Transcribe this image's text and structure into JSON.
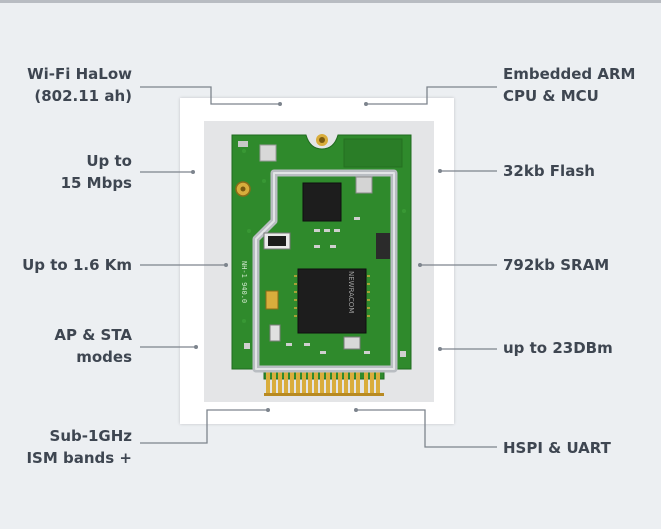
{
  "labels_left": [
    {
      "text": "Wi-Fi HaLow\n(802.11 ah)"
    },
    {
      "text": "Up to\n15 Mbps"
    },
    {
      "text": "Up to 1.6 Km"
    },
    {
      "text": "AP & STA\nmodes"
    },
    {
      "text": "Sub-1GHz\nISM bands +"
    }
  ],
  "labels_right": [
    {
      "text": "Embedded ARM\nCPU & MCU"
    },
    {
      "text": "32kb Flash"
    },
    {
      "text": "792kb SRAM"
    },
    {
      "text": "up to 23DBm"
    },
    {
      "text": "HSPI & UART"
    }
  ],
  "chip_marking": "NEWRACOM",
  "board_silkscreen": "NH-1 940.0",
  "colors": {
    "background": "#eceff2",
    "label_text": "#3e4651",
    "leader_line": "#7d848d",
    "pcb_green": "#2f8a2c",
    "shield_silver": "#b9bdc2",
    "gold_contacts": "#d9ad3c"
  }
}
